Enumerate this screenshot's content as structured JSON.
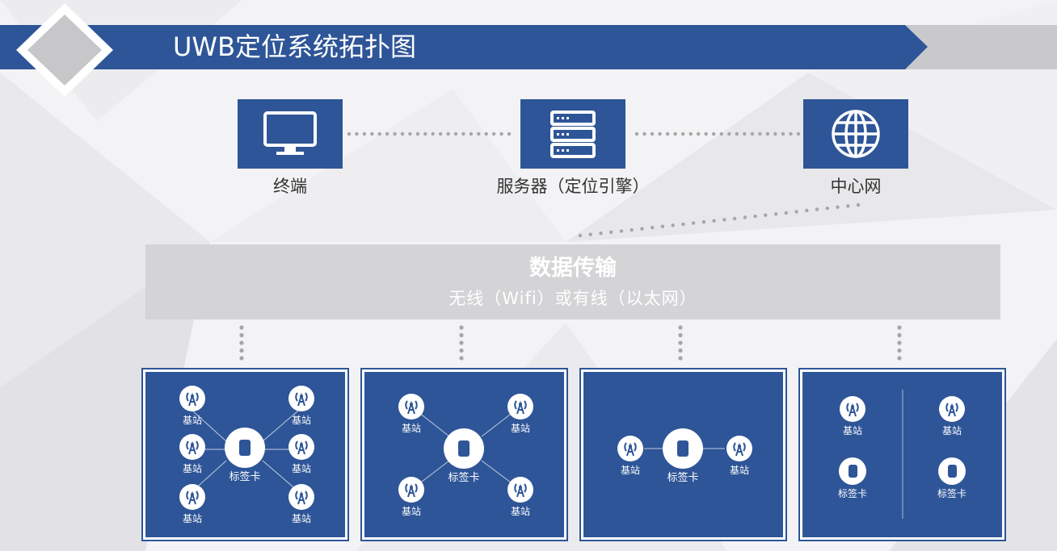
{
  "header": {
    "title": "UWB定位系统拓扑图"
  },
  "nodes": [
    {
      "id": "terminal",
      "label": "终端",
      "icon": "monitor-icon"
    },
    {
      "id": "server",
      "label": "服务器（定位引擎）",
      "icon": "server-icon"
    },
    {
      "id": "center",
      "label": "中心网",
      "icon": "globe-icon"
    }
  ],
  "transmission": {
    "title": "数据传输",
    "subtitle": "无线（Wifi）或有线（以太网）"
  },
  "panels": [
    {
      "stations": [
        "基站",
        "基站",
        "基站",
        "基站",
        "基站",
        "基站"
      ],
      "tag": "标签卡"
    },
    {
      "stations": [
        "基站",
        "基站",
        "基站",
        "基站"
      ],
      "tag": "标签卡"
    },
    {
      "stations": [
        "基站",
        "基站"
      ],
      "tag": "标签卡"
    },
    {
      "stations": [
        "基站",
        "基站"
      ],
      "tags": [
        "标签卡",
        "标签卡"
      ]
    }
  ],
  "colors": {
    "primary": "#2e5597",
    "transmission_band": "#d4d3d6",
    "connector_dots": "#a6a6a6",
    "text_dark": "#333333"
  }
}
